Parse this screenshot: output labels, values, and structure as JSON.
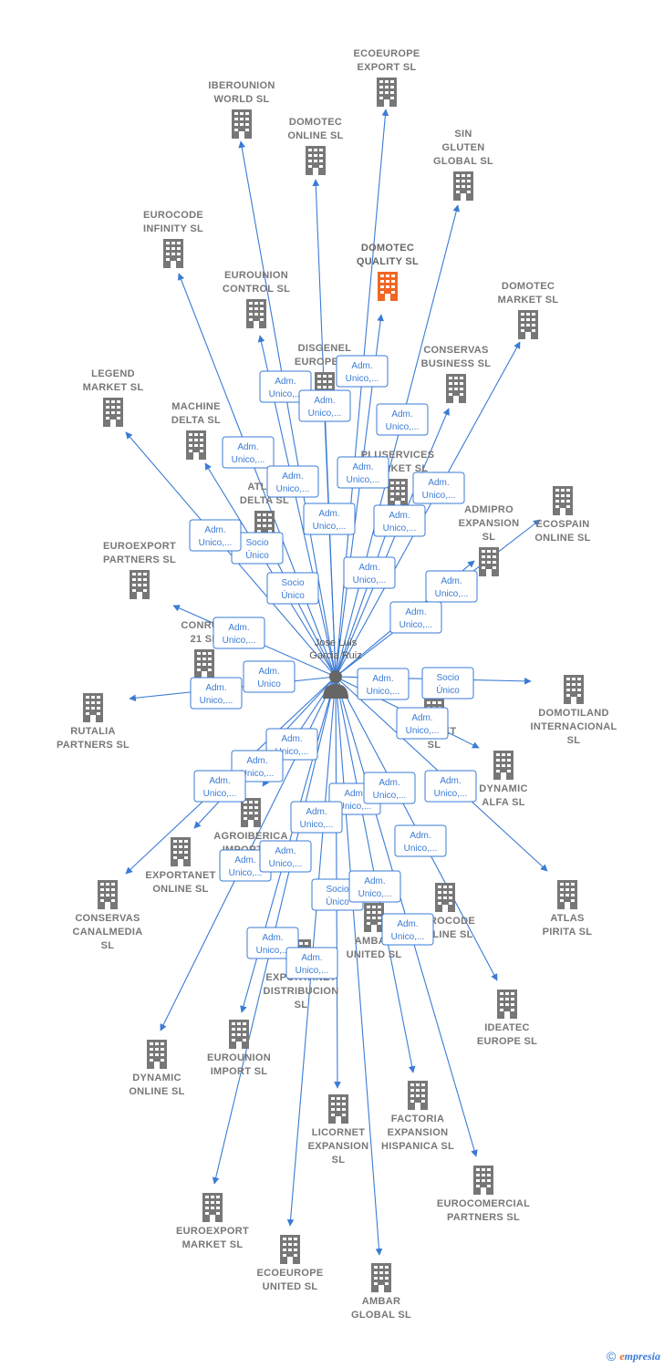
{
  "center": {
    "name_lines": [
      "Jose Luis",
      "Garcia Ruiz"
    ],
    "icon": "person-icon"
  },
  "colors": {
    "edge": "#3a7bd5",
    "company": "#777777",
    "highlight": "#f26522"
  },
  "companies": [
    {
      "id": "ecoeurope-export",
      "lines": [
        "ECOEUROPE",
        "EXPORT  SL"
      ]
    },
    {
      "id": "iberounion-world",
      "lines": [
        "IBEROUNION",
        "WORLD  SL"
      ]
    },
    {
      "id": "domotec-online",
      "lines": [
        "DOMOTEC",
        "ONLINE  SL"
      ]
    },
    {
      "id": "sin-gluten-global",
      "lines": [
        "SIN",
        "GLUTEN",
        "GLOBAL  SL"
      ]
    },
    {
      "id": "eurocode-infinity",
      "lines": [
        "EUROCODE",
        "INFINITY  SL"
      ]
    },
    {
      "id": "domotec-quality",
      "lines": [
        "DOMOTEC",
        "QUALITY  SL"
      ],
      "highlight": true
    },
    {
      "id": "eurounion-control",
      "lines": [
        "EUROUNION",
        "CONTROL  SL"
      ]
    },
    {
      "id": "domotec-market",
      "lines": [
        "DOMOTEC",
        "MARKET  SL"
      ]
    },
    {
      "id": "disgenel-europe",
      "lines": [
        "DISGENEL",
        "EUROPE  SL"
      ]
    },
    {
      "id": "conservas-business",
      "lines": [
        "CONSERVAS",
        "BUSINESS  SL"
      ]
    },
    {
      "id": "legend-market",
      "lines": [
        "LEGEND",
        "MARKET  SL"
      ]
    },
    {
      "id": "machine-delta",
      "lines": [
        "MACHINE",
        "DELTA  SL"
      ]
    },
    {
      "id": "pluservices-market",
      "lines": [
        "PLUSERVICES",
        "MARKET  SL"
      ]
    },
    {
      "id": "ecospain-online",
      "lines": [
        "ECOSPAIN",
        "ONLINE  SL"
      ]
    },
    {
      "id": "atlas-delta",
      "lines": [
        "ATLAS",
        "DELTA  SL"
      ]
    },
    {
      "id": "admipro-expansion",
      "lines": [
        "ADMIPRO",
        "EXPANSION",
        "SL"
      ]
    },
    {
      "id": "euroexport-partners",
      "lines": [
        "EUROEXPORT",
        "PARTNERS  SL"
      ]
    },
    {
      "id": "conrum-21",
      "lines": [
        "CONRUM",
        "21  SL"
      ]
    },
    {
      "id": "rutalia-partners",
      "lines": [
        "RUTALIA",
        "PARTNERS  SL"
      ]
    },
    {
      "id": "domotiland-internacional",
      "lines": [
        "DOMOTILAND",
        "INTERNACIONAL",
        "SL"
      ]
    },
    {
      "id": "market-sl",
      "lines": [
        "MARKET",
        "SL"
      ]
    },
    {
      "id": "dynamic-alfa",
      "lines": [
        "DYNAMIC",
        "ALFA  SL"
      ]
    },
    {
      "id": "agroiberica-import",
      "lines": [
        "AGROIBERICA",
        "IMPORT  SL"
      ]
    },
    {
      "id": "exportanet-online",
      "lines": [
        "EXPORTANET",
        "ONLINE  SL"
      ]
    },
    {
      "id": "conservas-canalmedia",
      "lines": [
        "CONSERVAS",
        "CANALMEDIA",
        "SL"
      ]
    },
    {
      "id": "atlas-pirita",
      "lines": [
        "ATLAS",
        "PIRITA  SL"
      ]
    },
    {
      "id": "eurocode-online",
      "lines": [
        "EUROCODE",
        "ONLINE  SL"
      ]
    },
    {
      "id": "ambar-united",
      "lines": [
        "AMBAR",
        "UNITED  SL"
      ]
    },
    {
      "id": "exportanet-distribucion",
      "lines": [
        "EXPORTANET",
        "DISTRIBUCION",
        "SL"
      ]
    },
    {
      "id": "ideatec-europe",
      "lines": [
        "IDEATEC",
        "EUROPE  SL"
      ]
    },
    {
      "id": "dynamic-online",
      "lines": [
        "DYNAMIC",
        "ONLINE  SL"
      ]
    },
    {
      "id": "eurounion-import",
      "lines": [
        "EUROUNION",
        "IMPORT  SL"
      ]
    },
    {
      "id": "licornet-expansion",
      "lines": [
        "LICORNET",
        "EXPANSION",
        "SL"
      ]
    },
    {
      "id": "factoria-expansion-hispanica",
      "lines": [
        "FACTORIA",
        "EXPANSION",
        "HISPANICA  SL"
      ]
    },
    {
      "id": "eurocomercial-partners",
      "lines": [
        "EUROCOMERCIAL",
        "PARTNERS  SL"
      ]
    },
    {
      "id": "euroexport-market",
      "lines": [
        "EUROEXPORT",
        "MARKET  SL"
      ]
    },
    {
      "id": "ecoeurope-united",
      "lines": [
        "ECOEUROPE",
        "UNITED  SL"
      ]
    },
    {
      "id": "ambar-global",
      "lines": [
        "AMBAR",
        "GLOBAL  SL"
      ]
    }
  ],
  "edge_labels": [
    {
      "lines": [
        "Adm.",
        "Unico,..."
      ]
    },
    {
      "lines": [
        "Adm.",
        "Unico,..."
      ]
    },
    {
      "lines": [
        "Adm.",
        "Unico,..."
      ]
    },
    {
      "lines": [
        "Adm.",
        "Unico,..."
      ]
    },
    {
      "lines": [
        "Adm.",
        "Unico,..."
      ]
    },
    {
      "lines": [
        "Adm.",
        "Unico,..."
      ]
    },
    {
      "lines": [
        "Adm.",
        "Unico,..."
      ]
    },
    {
      "lines": [
        "Adm.",
        "Unico,..."
      ]
    },
    {
      "lines": [
        "Adm.",
        "Unico,..."
      ]
    },
    {
      "lines": [
        "Adm.",
        "Unico,..."
      ]
    },
    {
      "lines": [
        "Socio",
        "Único"
      ]
    },
    {
      "lines": [
        "Adm.",
        "Unico,..."
      ]
    },
    {
      "lines": [
        "Adm.",
        "Unico,..."
      ]
    },
    {
      "lines": [
        "Socio",
        "Único"
      ]
    },
    {
      "lines": [
        "Adm.",
        "Unico,..."
      ]
    },
    {
      "lines": [
        "Adm.",
        "Unico,..."
      ]
    },
    {
      "lines": [
        "Adm.",
        "Unico,..."
      ]
    },
    {
      "lines": [
        "Adm.",
        "Unico"
      ]
    },
    {
      "lines": [
        "Adm.",
        "Unico,..."
      ]
    },
    {
      "lines": [
        "Adm.",
        "Unico,..."
      ]
    },
    {
      "lines": [
        "Socio",
        "Único"
      ]
    },
    {
      "lines": [
        "Adm.",
        "Unico,..."
      ]
    },
    {
      "lines": [
        "Adm.",
        "Unico,..."
      ]
    },
    {
      "lines": [
        "Adm.",
        "Unico,..."
      ]
    },
    {
      "lines": [
        "Adm.",
        "Unico,..."
      ]
    },
    {
      "lines": [
        "Adm.",
        "Unico,..."
      ]
    },
    {
      "lines": [
        "Adm.",
        "Unico,..."
      ]
    },
    {
      "lines": [
        "Adm.",
        "Unico,..."
      ]
    },
    {
      "lines": [
        "Adm.",
        "Unico,..."
      ]
    },
    {
      "lines": [
        "Adm.",
        "Unico,..."
      ]
    },
    {
      "lines": [
        "Adm.",
        "Unico,..."
      ]
    },
    {
      "lines": [
        "Adm.",
        "Unico,..."
      ]
    },
    {
      "lines": [
        "Adm.",
        "Unico,..."
      ]
    },
    {
      "lines": [
        "Socio",
        "Único"
      ]
    },
    {
      "lines": [
        "Adm.",
        "Unico,..."
      ]
    },
    {
      "lines": [
        "Adm.",
        "Unico,..."
      ]
    },
    {
      "lines": [
        "Adm.",
        "Unico,..."
      ]
    }
  ],
  "footer": {
    "copyright": "©",
    "brand_first": "e",
    "brand_rest": "mpresia"
  }
}
